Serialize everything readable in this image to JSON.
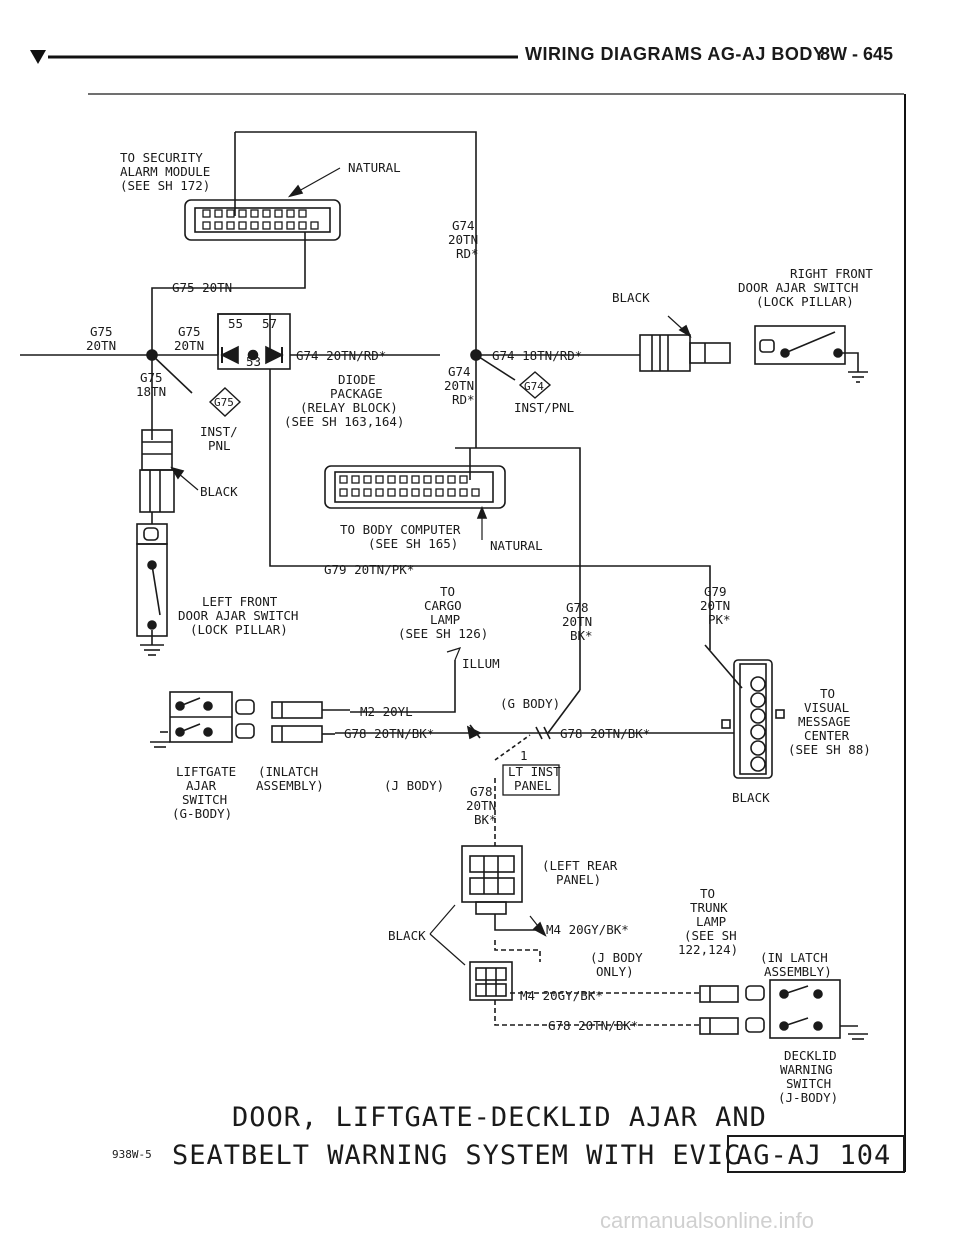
{
  "header": {
    "title": "WIRING DIAGRAMS AG-AJ BODY",
    "page": "8W - 645"
  },
  "labels": {
    "security_1": "TO SECURITY",
    "security_2": "ALARM MODULE",
    "security_3": "(SEE SH 172)",
    "natural_top": "NATURAL",
    "g74_a1": "G74",
    "g74_a2": "20TN",
    "g74_a3": "RD*",
    "g75_20tn_top": "G75 20TN",
    "rf_1": "RIGHT FRONT",
    "rf_2": "DOOR AJAR SWITCH",
    "rf_3": "(LOCK PILLAR)",
    "black_rf": "BLACK",
    "g75_left_1": "G75",
    "g75_left_2": "20TN",
    "g75_mid_1": "G75",
    "g75_mid_2": "20TN",
    "pin55": "55",
    "pin57": "57",
    "pin53": "53",
    "g74_20tnrd": "G74 20TN/RD*",
    "g74_18tnrd": "G74 18TN/RD*",
    "g75_18_1": "G75",
    "g75_18_2": "18TN",
    "g75_diamond": "G75",
    "diode_1": "DIODE",
    "diode_2": "PACKAGE",
    "diode_3": "(RELAY BLOCK)",
    "diode_4": "(SEE SH 163,164)",
    "g74_b1": "G74",
    "g74_b2": "20TN",
    "g74_b3": "RD*",
    "g74_diamond": "G74",
    "inst_pnl_r": "INST/PNL",
    "inst_1": "INST/",
    "inst_2": "PNL",
    "black_left": "BLACK",
    "bodycomp_1": "TO BODY COMPUTER",
    "bodycomp_2": "(SEE SH 165)",
    "natural_mid": "NATURAL",
    "g79_wire": "G79 20TN/PK*",
    "lf_1": "LEFT FRONT",
    "lf_2": "DOOR AJAR SWITCH",
    "lf_3": "(LOCK PILLAR)",
    "cargo_1": "TO",
    "cargo_2": "CARGO",
    "cargo_3": "LAMP",
    "cargo_4": "(SEE SH 126)",
    "g78_a1": "G78",
    "g78_a2": "20TN",
    "g78_a3": "BK*",
    "g79_1": "G79",
    "g79_2": "20TN",
    "g79_3": "PK*",
    "illum": "ILLUM",
    "m2": "M2 20YL",
    "gbody": "(G BODY)",
    "g78_20tnbk_l": "G78 20TN/BK*",
    "g78_20tnbk_r": "G78 20TN/BK*",
    "vis_1": "TO",
    "vis_2": "VISUAL",
    "vis_3": "MESSAGE",
    "vis_4": "CENTER",
    "vis_5": "(SEE SH 88)",
    "pin1": "1",
    "ltinst_1": "LT INST",
    "ltinst_2": "PANEL",
    "lift_1": "LIFTGATE",
    "lift_2": "AJAR",
    "lift_3": "SWITCH",
    "lift_4": "(G-BODY)",
    "inlatch_1": "(INLATCH",
    "inlatch_2": "ASSEMBLY)",
    "jbody": "(J BODY)",
    "g78_b1": "G78",
    "g78_b2": "20TN",
    "g78_b3": "BK*",
    "black_vmc": "BLACK",
    "lrp_1": "(LEFT REAR",
    "lrp_2": "PANEL)",
    "trunk_1": "TO",
    "trunk_2": "TRUNK",
    "trunk_3": "LAMP",
    "trunk_4": "(SEE SH",
    "trunk_5": "122,124)",
    "black_bot": "BLACK",
    "m4_a": "M4 20GY/BK*",
    "jbody_only_1": "(J BODY",
    "jbody_only_2": "ONLY)",
    "inlatch2_1": "(IN LATCH",
    "inlatch2_2": "ASSEMBLY)",
    "m4_b": "M4 20GY/BK*",
    "g78_bot": "G78 20TN/BK*",
    "deck_1": "DECKLID",
    "deck_2": "WARNING",
    "deck_3": "SWITCH",
    "deck_4": "(J-BODY)"
  },
  "footer": {
    "title_1": "DOOR, LIFTGATE-DECKLID AJAR AND",
    "title_2": "SEATBELT WARNING SYSTEM WITH EVIC",
    "doc_id": "938W-5",
    "diagram_id": "AG-AJ 104"
  },
  "watermark": "carmanualsonline.info"
}
